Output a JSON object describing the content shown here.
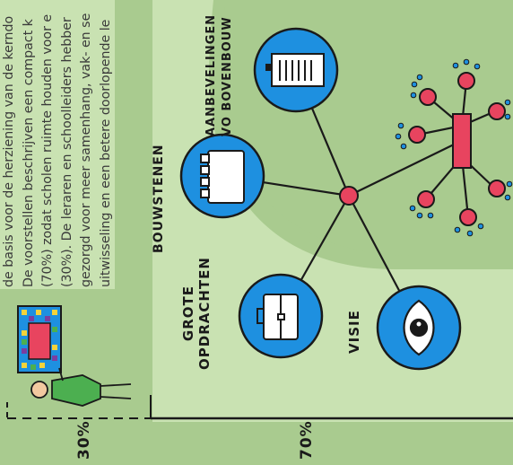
{
  "body_text": {
    "lines": [
      "de basis voor de herziening van de kerndo",
      "De voorstellen beschrijven een compact k",
      "(70%) zodat scholen ruimte houden voor e",
      "(30%). De leraren en schoolleiders hebber",
      "gezorgd voor meer samenhang, vak- en se",
      "uitwisseling en een betere doorlopende le"
    ]
  },
  "labels": {
    "bouwstenen": "BOUWSTENEN",
    "aanbevelingen_line1": "AANBEVELINGEN",
    "aanbevelingen_line2": "VO BOVENBOUW",
    "grote_line1": "GROTE",
    "grote_line2": "OPDRACHTEN",
    "visie": "VISIE"
  },
  "percentages": {
    "p30": "30%",
    "p70": "70%"
  },
  "colors": {
    "background": "#a9cb8f",
    "light_green": "#c9e2b2",
    "node_blue": "#1e90e0",
    "pink": "#e8445f",
    "outline": "#1a1a1a"
  }
}
